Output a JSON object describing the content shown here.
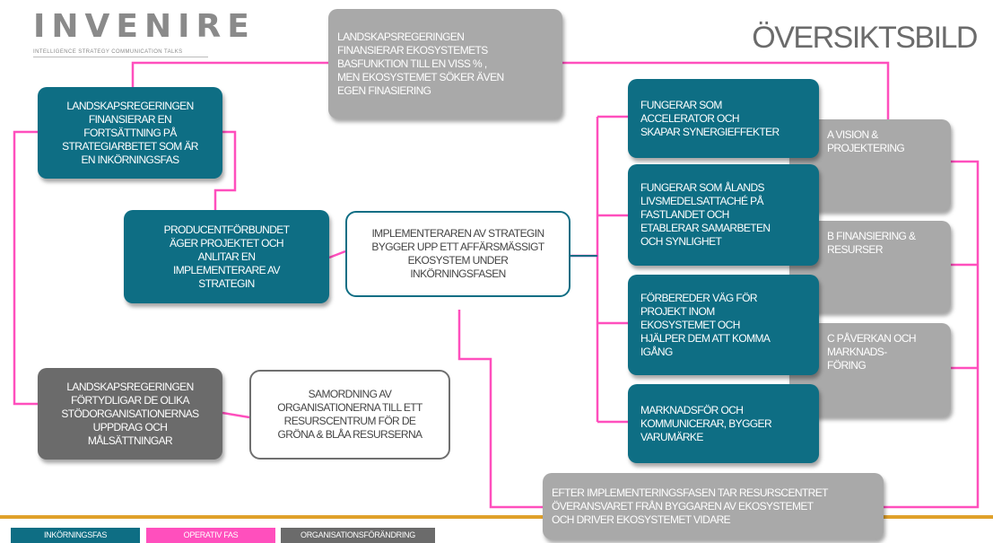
{
  "header": {
    "logo": "INVENIRE",
    "logo_tagline": "INTELLIGENCE STRATEGY COMMUNICATION TALKS",
    "title": "ÖVERSIKTSBILD"
  },
  "boxes": {
    "finance_ecosystem": [
      "LANDSKAPSREGERINGEN",
      "FINANSIERAR EKOSYSTEMETS",
      "BASFUNKTION TILL EN VISS % ,",
      "MEN EKOSYSTEMET SÖKER ÄVEN",
      "EGEN FINASIERING"
    ],
    "finance_strategy": [
      "LANDSKAPSREGERINGEN",
      "FINANSIERAR EN",
      "FORTSÄTTNING PÅ",
      "STRATEGIARBETET SOM ÄR",
      "EN INKÖRNINGSFAS"
    ],
    "producer": [
      "PRODUCENTFÖRBUNDET",
      "ÄGER PROJEKTET OCH",
      "ANLITAR EN",
      "IMPLEMENTERARE AV",
      "STRATEGIN"
    ],
    "implementer": [
      "IMPLEMENTERAREN AV STRATEGIN",
      "BYGGER UPP ETT AFFÄRSMÄSSIGT",
      "EKOSYSTEM UNDER",
      "INKÖRNINGSFASEN"
    ],
    "clarify": [
      "LANDSKAPSREGERINGEN",
      "FÖRTYDLIGAR DE OLIKA",
      "STÖDORGANISATIONERNAS",
      "UPPDRAG OCH",
      "MÅLSÄTTNINGAR"
    ],
    "coordination": [
      "SAMORDNING AV",
      "ORGANISATIONERNA TILL ETT",
      "RESURSCENTRUM FÖR DE",
      "GRÖNA & BLÅA RESURSERNA"
    ],
    "accelerator": [
      "FUNGERAR SOM",
      "ACCELERATOR OCH",
      "SKAPAR SYNERGIEFFEKTER"
    ],
    "attache": [
      "FUNGERAR SOM ÅLANDS",
      "LIVSMEDELSATTACHÉ PÅ",
      "FASTLANDET OCH",
      "ETABLERAR SAMARBETEN",
      "OCH SYNLIGHET"
    ],
    "prepares": [
      "FÖRBEREDER VÄG FÖR",
      "PROJEKT INOM",
      "EKOSYSTEMET OCH",
      "HJÄLPER DEM ATT KOMMA",
      "IGÅNG"
    ],
    "marketing": [
      "MARKNADSFÖR OCH",
      "KOMMUNICERAR, BYGGER",
      "VARUMÄRKE"
    ],
    "vision": [
      "A VISION &",
      "PROJEKTERING"
    ],
    "financing": [
      "B FINANSIERING &",
      "RESURSER"
    ],
    "influence": [
      "C PÅVERKAN OCH",
      "MARKNADS-",
      "FÖRING"
    ],
    "after": [
      "EFTER IMPLEMENTERINGSFASEN TAR RESURSCENTRET",
      "ÖVERANSVARET FRÅN BYGGAREN AV EKOSYSTEMET",
      "OCH DRIVER EKOSYSTEMET VIDARE"
    ]
  },
  "legend": {
    "items": [
      "INKÖRNINGSFAS",
      "OPERATIV FAS",
      "ORGANISATIONSFÖRÄNDRING"
    ]
  },
  "colors": {
    "teal": "#0e6e84",
    "pink": "#ff4fbd",
    "gray": "#a9a9a9",
    "dark_gray": "#6b6b6b",
    "gold": "#e0a12a"
  }
}
